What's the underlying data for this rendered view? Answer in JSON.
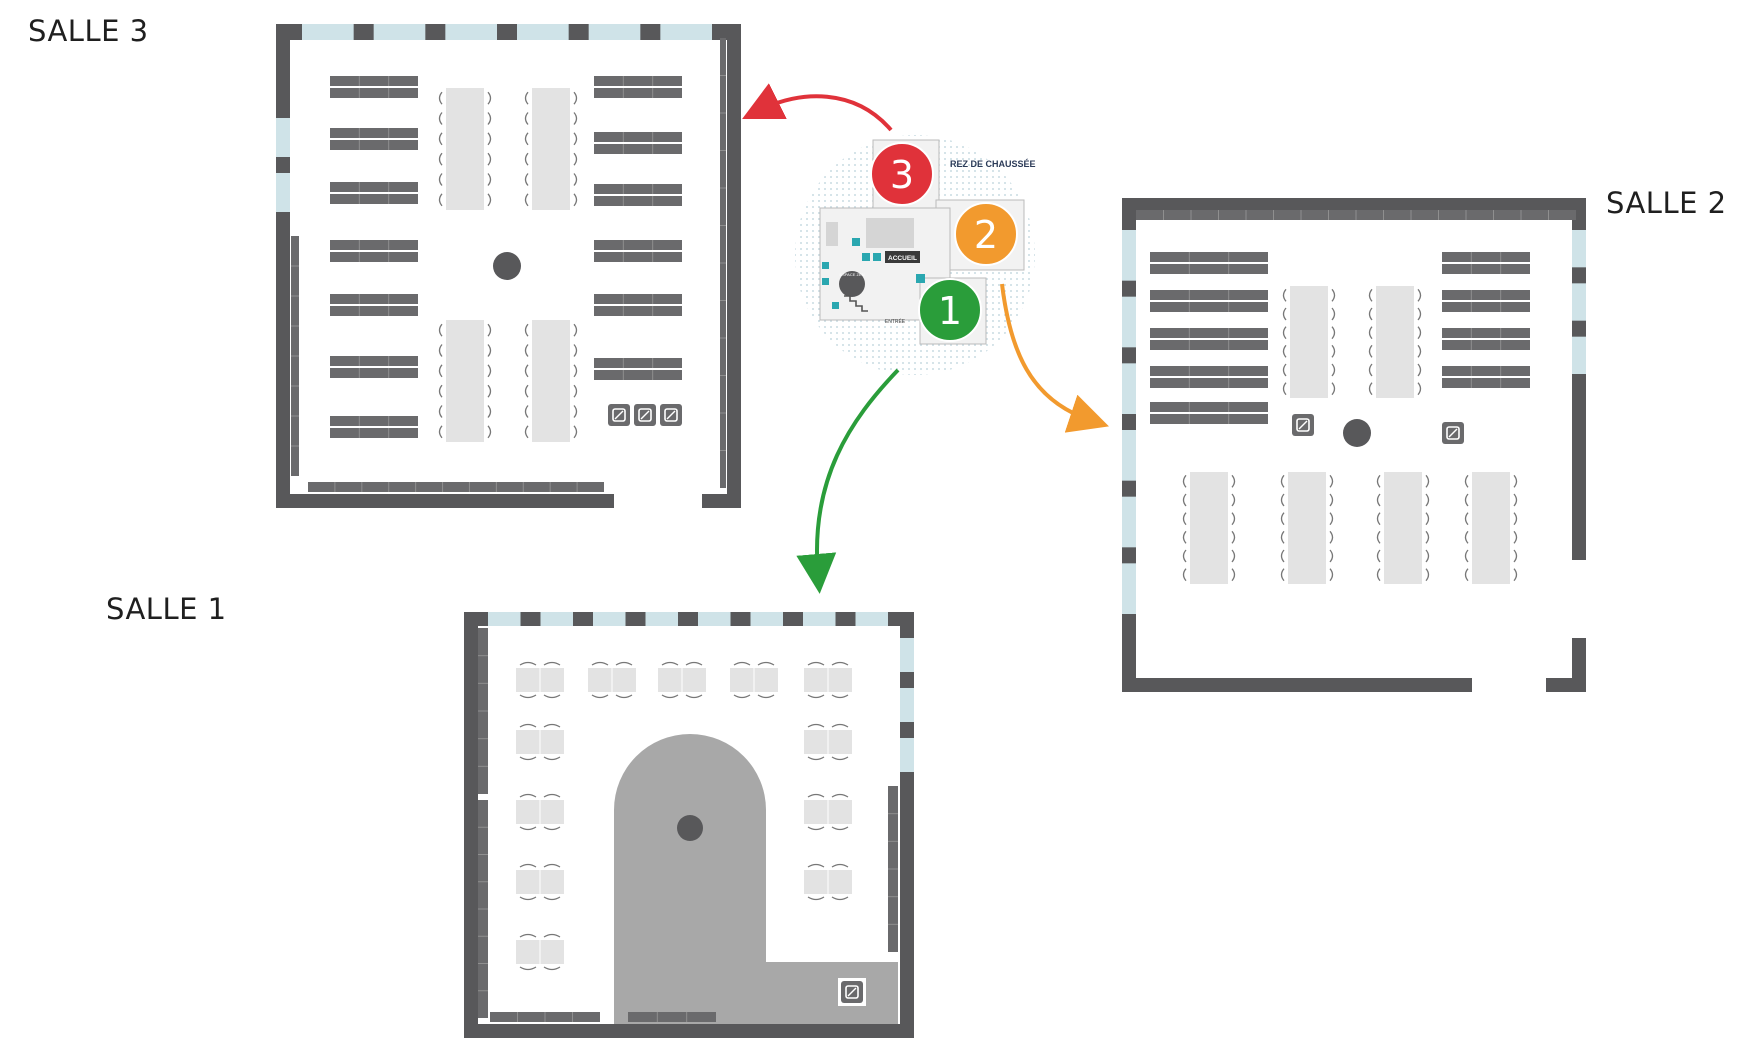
{
  "rooms": [
    {
      "id": "salle-3",
      "title": "SALLE 3",
      "marker": "3"
    },
    {
      "id": "salle-2",
      "title": "SALLE 2",
      "marker": "2"
    },
    {
      "id": "salle-1",
      "title": "SALLE 1",
      "marker": "1"
    }
  ],
  "overview": {
    "caption": "REZ DE CHAUSSÉE",
    "accueil_label": "ACCUEIL",
    "entree_label": "ENTRÉE",
    "espace_label": "ESPACE ZEN"
  },
  "colors": {
    "room1": "#2a9d3a",
    "room2": "#f29a2e",
    "room3": "#e0323a",
    "wall": "#58585a",
    "window": "#cfe3e8",
    "shelf": "#6a6a6c",
    "table": "#e3e3e3",
    "floor_zone": "#a8a8a8"
  }
}
